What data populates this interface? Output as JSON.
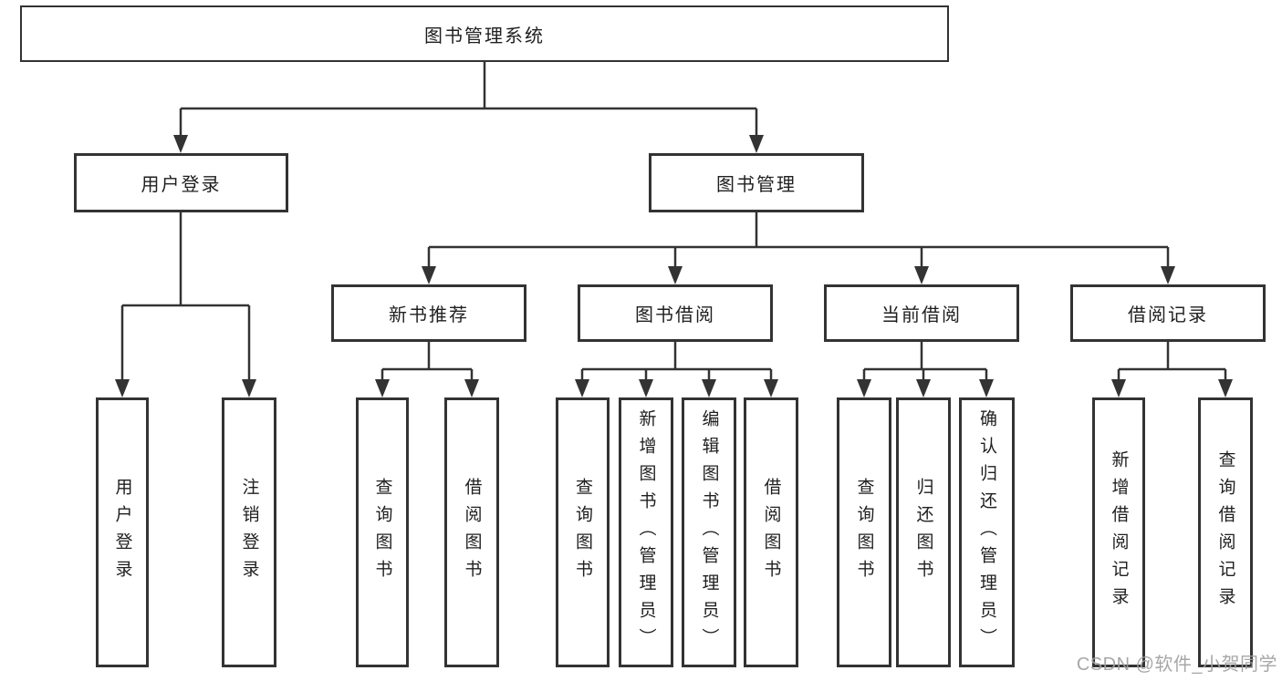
{
  "diagram": {
    "root": {
      "label": "图书管理系统"
    },
    "branches": [
      {
        "label": "用户登录",
        "children": [
          {
            "label": "用户登录"
          },
          {
            "label": "注销登录"
          }
        ]
      },
      {
        "label": "图书管理",
        "children": [
          {
            "label": "新书推荐",
            "children": [
              {
                "label": "查询图书"
              },
              {
                "label": "借阅图书"
              }
            ]
          },
          {
            "label": "图书借阅",
            "children": [
              {
                "label": "查询图书"
              },
              {
                "label": "新增图书（管理员）"
              },
              {
                "label": "编辑图书（管理员）"
              },
              {
                "label": "借阅图书"
              }
            ]
          },
          {
            "label": "当前借阅",
            "children": [
              {
                "label": "查询图书"
              },
              {
                "label": "归还图书"
              },
              {
                "label": "确认归还（管理员）"
              }
            ]
          },
          {
            "label": "借阅记录",
            "children": [
              {
                "label": "新增借阅记录"
              },
              {
                "label": "查询借阅记录"
              }
            ]
          }
        ]
      }
    ]
  },
  "watermark": {
    "text": "CSDN @软件_小贺同学"
  },
  "colors": {
    "line": "#333333",
    "text": "#1f1f1f",
    "watermark": "#a0a0a0",
    "background": "#ffffff"
  }
}
